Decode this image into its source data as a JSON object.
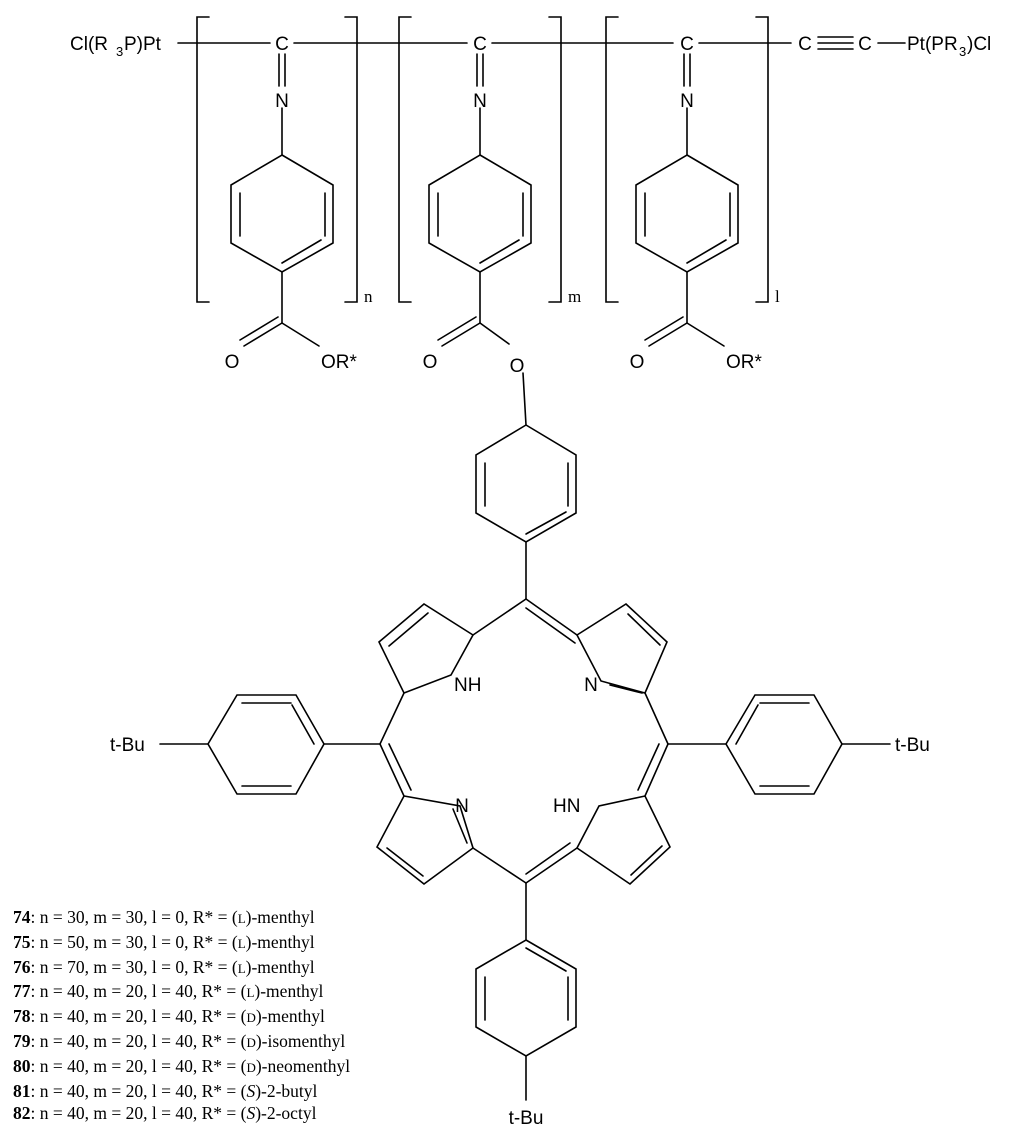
{
  "labels": {
    "left_end": "Cl(R",
    "left_end_sub": "3",
    "left_end_tail": "P)Pt",
    "carbon": "C",
    "nitrogen": "N",
    "oxygen": "O",
    "or_star": "OR*",
    "right_c1": "C",
    "right_c2": "C",
    "right_pt": "Pt(PR",
    "right_pt_sub": "3",
    "right_pt_tail": ")Cl",
    "index_n": "n",
    "index_m": "m",
    "index_l": "l",
    "nh": "NH",
    "hn": "HN",
    "tbu": "t-Bu"
  },
  "compounds": [
    {
      "id": "74",
      "params": ": n = 30, m = 30, l = 0, R* = (",
      "config": "L",
      "italic": false,
      "suffix": ")-menthyl"
    },
    {
      "id": "75",
      "params": ": n = 50, m = 30, l = 0, R* = (",
      "config": "L",
      "italic": false,
      "suffix": ")-menthyl"
    },
    {
      "id": "76",
      "params": ": n = 70, m = 30, l = 0, R* = (",
      "config": "L",
      "italic": false,
      "suffix": ")-menthyl"
    },
    {
      "id": "77",
      "params": ": n = 40, m = 20, l = 40, R* = (",
      "config": "L",
      "italic": false,
      "suffix": ")-menthyl"
    },
    {
      "id": "78",
      "params": ": n = 40, m = 20, l = 40, R* = (",
      "config": "D",
      "italic": false,
      "suffix": ")-menthyl"
    },
    {
      "id": "79",
      "params": ": n = 40, m = 20, l = 40, R* = (",
      "config": "D",
      "italic": false,
      "suffix": ")-isomenthyl"
    },
    {
      "id": "80",
      "params": ": n = 40, m = 20, l = 40, R* = (",
      "config": "D",
      "italic": false,
      "suffix": ")-neomenthyl"
    },
    {
      "id": "81",
      "params": ": n = 40, m = 20, l = 40, R* = (",
      "config": "S",
      "italic": true,
      "suffix": ")-2-butyl"
    },
    {
      "id": "82",
      "params": ": n = 40, m = 20, l = 40, R* = (",
      "config": "S",
      "italic": true,
      "suffix": ")-2-octyl"
    }
  ]
}
